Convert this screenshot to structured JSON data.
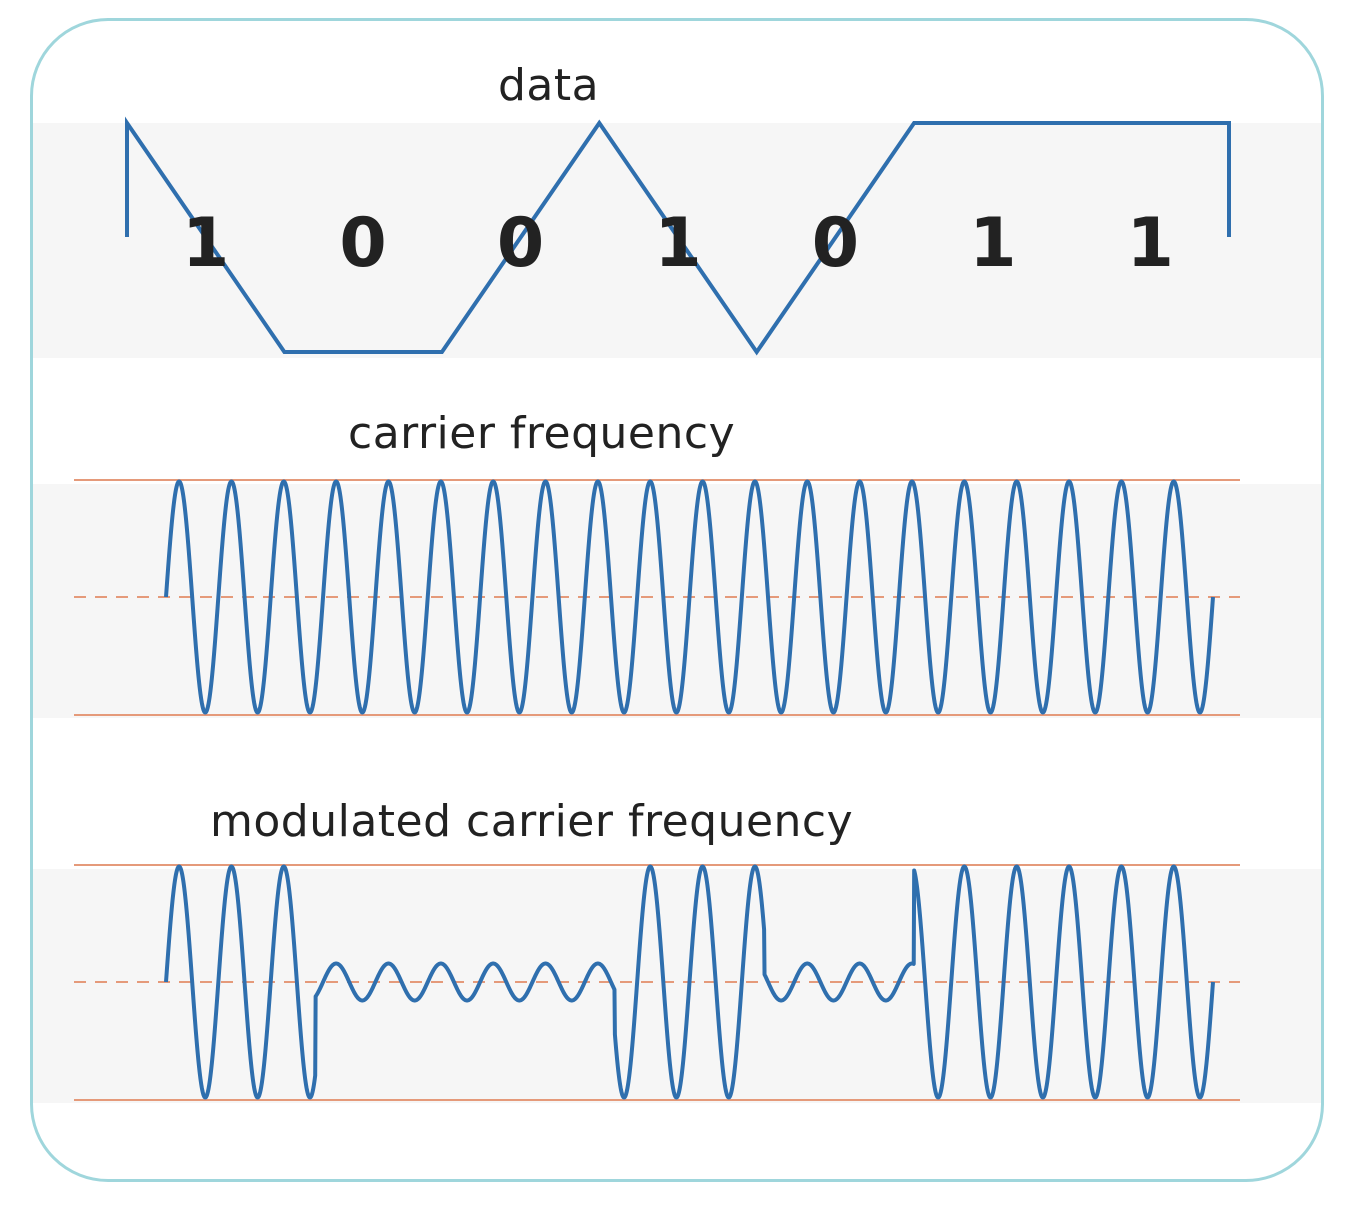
{
  "labels": {
    "data": "data",
    "carrier": "carrier frequency",
    "modulated": "modulated carrier frequency"
  },
  "bits": [
    "1",
    "0",
    "0",
    "1",
    "0",
    "1",
    "1"
  ],
  "colors": {
    "frame_border": "#9fd6dc",
    "band_fill": "#f6f6f6",
    "signal": "#2f6fae",
    "reference": "#e59a7a",
    "text": "#222222"
  },
  "carrier": {
    "cycles": 20,
    "amplitude": 1.0
  },
  "modulation": {
    "type": "amplitude-shift keying",
    "amplitude_for_one": 1.0,
    "amplitude_for_zero": 0.16
  }
}
